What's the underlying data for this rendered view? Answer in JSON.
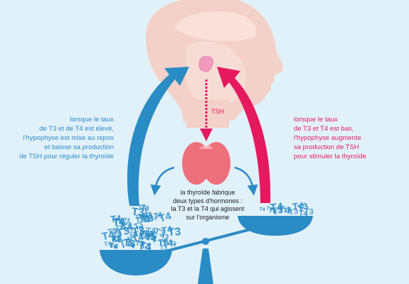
{
  "texts": {
    "left": "lorsque le taux\nde T3 et de T4 est élevé,\nl'hypophyse est mise au repos\net baisse sa production\nde TSH pour réguler la thyroïde",
    "right": "lorsque le taux\nde T3 et T4 est bas,\nl'hypophyse augmente\nsa production de TSH\npour stimuler la thyroïde",
    "center": "la thyroïde fabrique\ndeux types d'hormones :\nla T3 et la T4 qui agissent\nsur l'organisme",
    "tsh": "TSH"
  },
  "hormone_words": {
    "t3": "T3",
    "t4": "T4"
  },
  "colors": {
    "background": "#e1f1fa",
    "blue": "#2a8cc4",
    "pink": "#e5195e",
    "head": "#f3d1c8",
    "head_highlight": "#f9e3dd",
    "thyroid": "#ee6f7c",
    "pituitary": "#f29abc"
  }
}
